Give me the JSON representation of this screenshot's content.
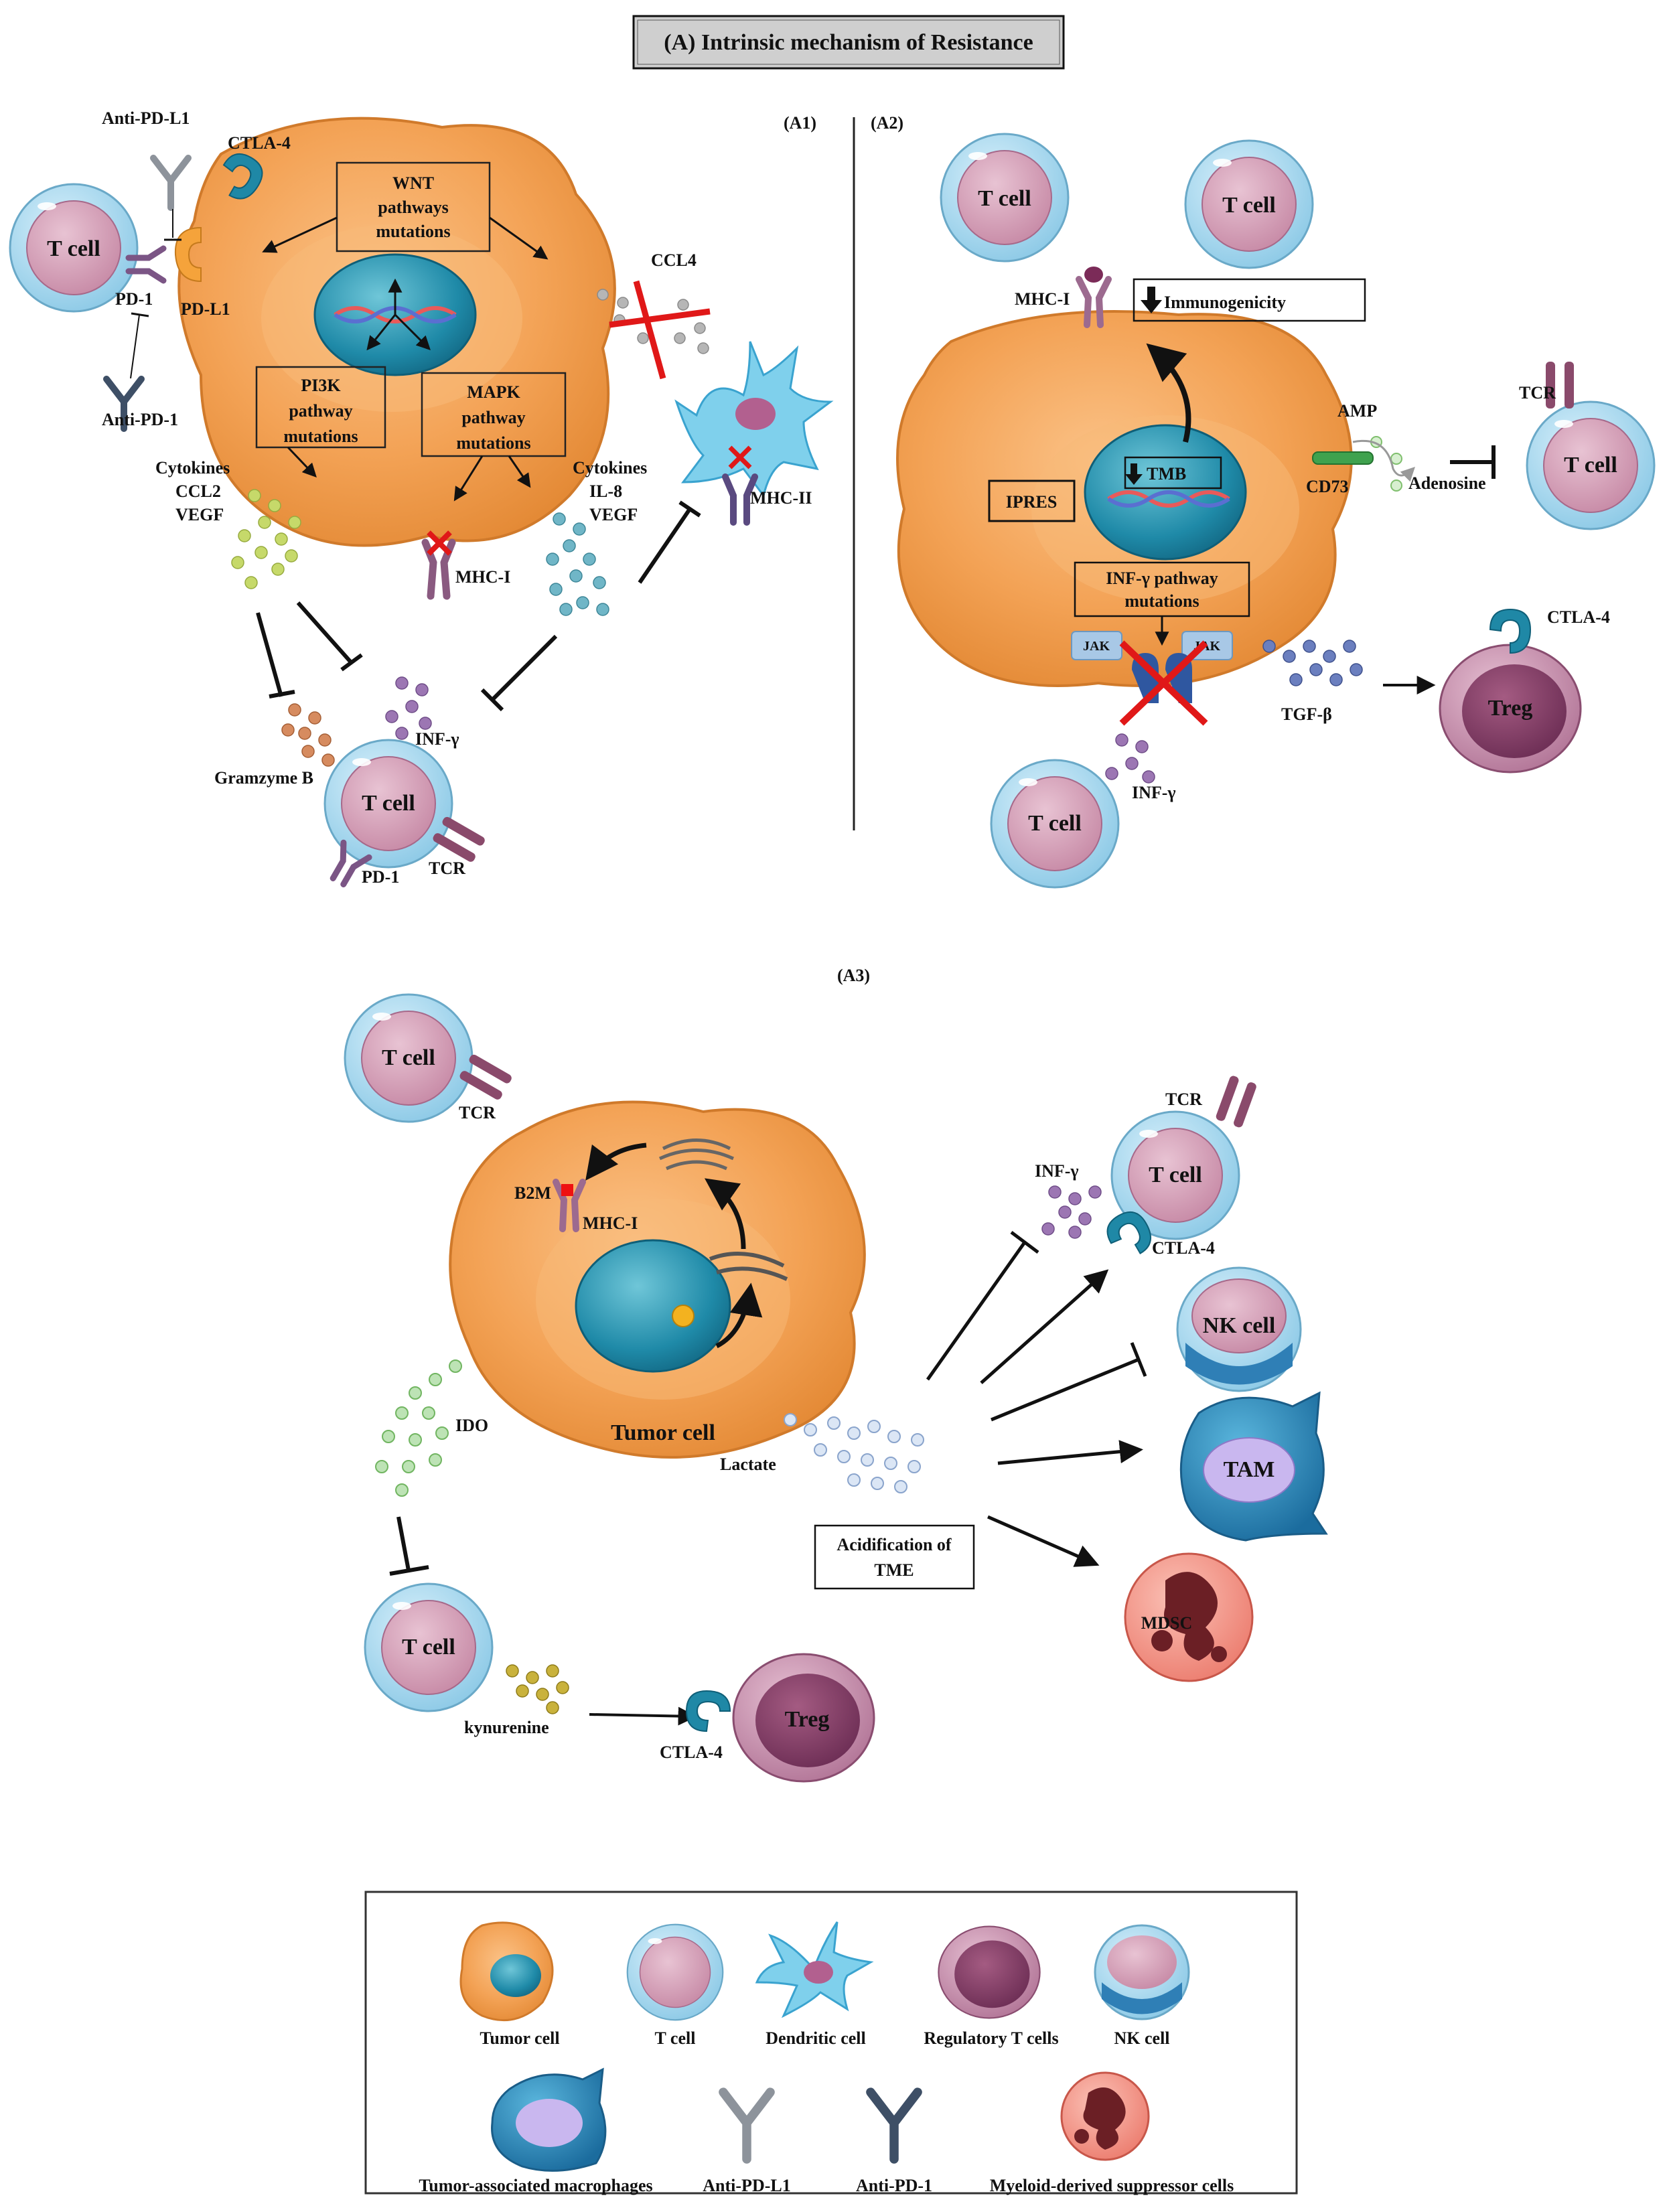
{
  "title": "(A) Intrinsic mechanism of Resistance",
  "a1": {
    "panel": "(A1)",
    "anti_pdl1": "Anti-PD-L1",
    "ctla4": "CTLA-4",
    "tcell": "T cell",
    "pd1": "PD-1",
    "pdl1": "PD-L1",
    "anti_pd1": "Anti-PD-1",
    "wnt": [
      "WNT",
      "pathways",
      "mutations"
    ],
    "pi3k": [
      "PI3K",
      "pathway",
      "mutations"
    ],
    "mapk": [
      "MAPK",
      "pathway",
      "mutations"
    ],
    "ccl4": "CCL4",
    "cyto_left": [
      "Cytokines",
      "CCL2",
      "VEGF"
    ],
    "cyto_right": [
      "Cytokines",
      "IL-8",
      "VEGF"
    ],
    "mhc1": "MHC-I",
    "mhc2": "MHC-II",
    "gramzyme": "Gramzyme B",
    "infg": "INF-γ",
    "tcell_bottom": "T cell",
    "pd1_bottom": "PD-1",
    "tcr": "TCR"
  },
  "a2": {
    "panel": "(A2)",
    "tcell1": "T cell",
    "tcell2": "T cell",
    "mhc1": "MHC-I",
    "immunogenicity": "Immunogenicity",
    "amp": "AMP",
    "cd73": "CD73",
    "adenosine": "Adenosine",
    "tcr": "TCR",
    "tcell_right": "T cell",
    "ipres": "IPRES",
    "tmb": "TMB",
    "infg_path": [
      "INF-γ pathway",
      "mutations"
    ],
    "jak_left": "JAK",
    "jak_right": "JAK",
    "ctla4": "CTLA-4",
    "tgfb": "TGF-β",
    "treg": "Treg",
    "tcell_bottom": "T cell",
    "infg": "INF-γ"
  },
  "a3": {
    "panel": "(A3)",
    "tcell_top": "T cell",
    "tcr_top": "TCR",
    "b2m": "B2M",
    "mhc1": "MHC-I",
    "tumor": "Tumor cell",
    "ido": "IDO",
    "lactate": "Lactate",
    "acid": [
      "Acidification of",
      "TME"
    ],
    "tcr_right": "TCR",
    "infg": "INF-γ",
    "tcell_right": "T cell",
    "ctla4_right": "CTLA-4",
    "nk": "NK cell",
    "tam": "TAM",
    "mdsc": "MDSC",
    "tcell_bottom": "T cell",
    "kynurenine": "kynurenine",
    "ctla4_bottom": "CTLA-4",
    "treg": "Treg"
  },
  "legend": {
    "tumor": "Tumor cell",
    "tcell": "T cell",
    "dendritic": "Dendritic cell",
    "treg": "Regulatory T cells",
    "nk": "NK cell",
    "tam": "Tumor-associated macrophages",
    "antipdl1": "Anti-PD-L1",
    "antipd1": "Anti-PD-1",
    "mdsc": "Myeloid-derived suppressor cells"
  }
}
